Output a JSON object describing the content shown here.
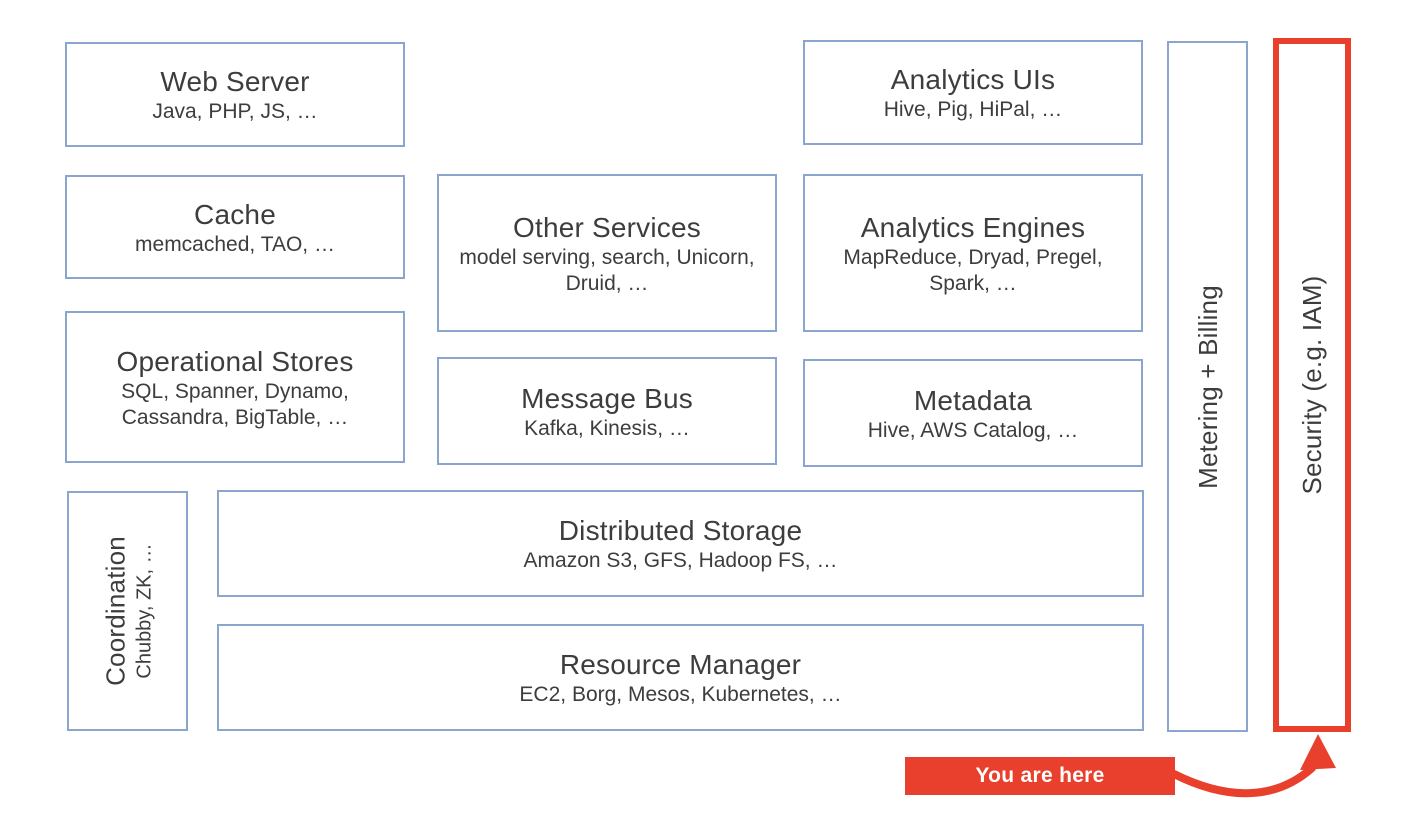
{
  "colors": {
    "box_border": "#8aa6ce",
    "box_fill": "#ffffff",
    "text": "#3d3d3d",
    "accent_red": "#e8402c",
    "callout_text": "#ffffff"
  },
  "boxes": {
    "web_server": {
      "title": "Web Server",
      "subtitle": "Java, PHP, JS, …"
    },
    "analytics_uis": {
      "title": "Analytics UIs",
      "subtitle": "Hive, Pig, HiPal, …"
    },
    "cache": {
      "title": "Cache",
      "subtitle": "memcached, TAO, …"
    },
    "other_services": {
      "title": "Other Services",
      "subtitle": "model serving, search, Unicorn, Druid, …"
    },
    "analytics_engines": {
      "title": "Analytics Engines",
      "subtitle": "MapReduce, Dryad, Pregel, Spark, …"
    },
    "operational_stores": {
      "title": "Operational Stores",
      "subtitle": "SQL, Spanner, Dynamo, Cassandra, BigTable, …"
    },
    "message_bus": {
      "title": "Message Bus",
      "subtitle": "Kafka, Kinesis, …"
    },
    "metadata": {
      "title": "Metadata",
      "subtitle": "Hive, AWS Catalog, …"
    },
    "coordination": {
      "title": "Coordination",
      "subtitle": "Chubby, ZK, …"
    },
    "distributed_storage": {
      "title": "Distributed Storage",
      "subtitle": "Amazon S3, GFS, Hadoop FS, …"
    },
    "resource_manager": {
      "title": "Resource Manager",
      "subtitle": "EC2, Borg, Mesos, Kubernetes, …"
    },
    "metering_billing": {
      "title": "Metering + Billing"
    },
    "security": {
      "title": "Security (e.g. IAM)"
    }
  },
  "callout": {
    "label": "You are here"
  }
}
